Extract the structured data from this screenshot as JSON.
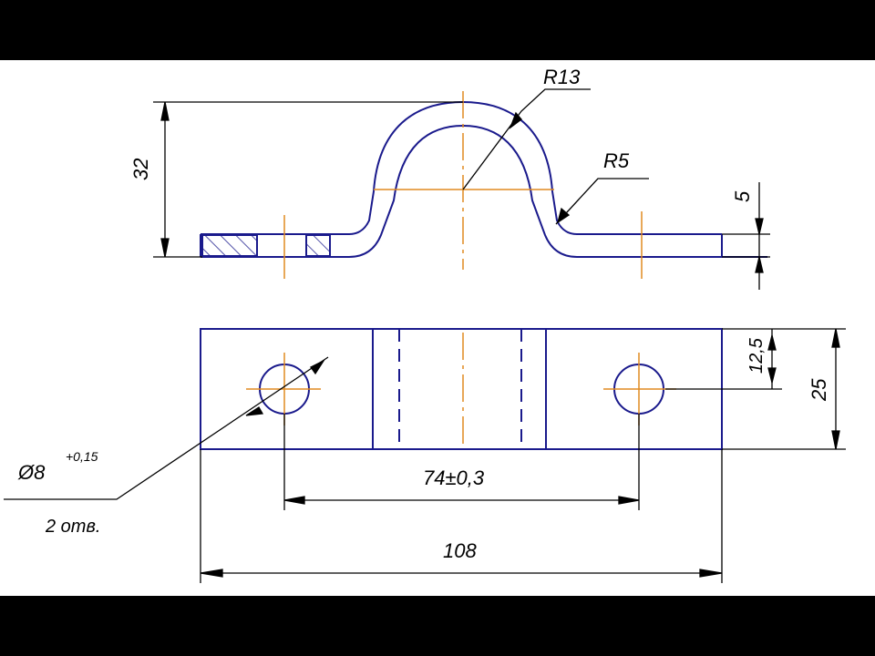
{
  "drawing": {
    "colors": {
      "outline": "#1a1a8c",
      "centerline": "#e08a20",
      "dimension": "#000000",
      "background": "#ffffff",
      "letterbox": "#000000"
    },
    "dimensions": {
      "radius_outer": "R13",
      "radius_inner": "R5",
      "overall_height": "32",
      "thickness": "5",
      "hole_spacing": "74±0,3",
      "overall_length": "108",
      "half_width": "12,5",
      "width": "25"
    },
    "callout": {
      "hole_diameter": "Ø8",
      "tolerance": "+0,15",
      "count": "2 отв."
    }
  }
}
